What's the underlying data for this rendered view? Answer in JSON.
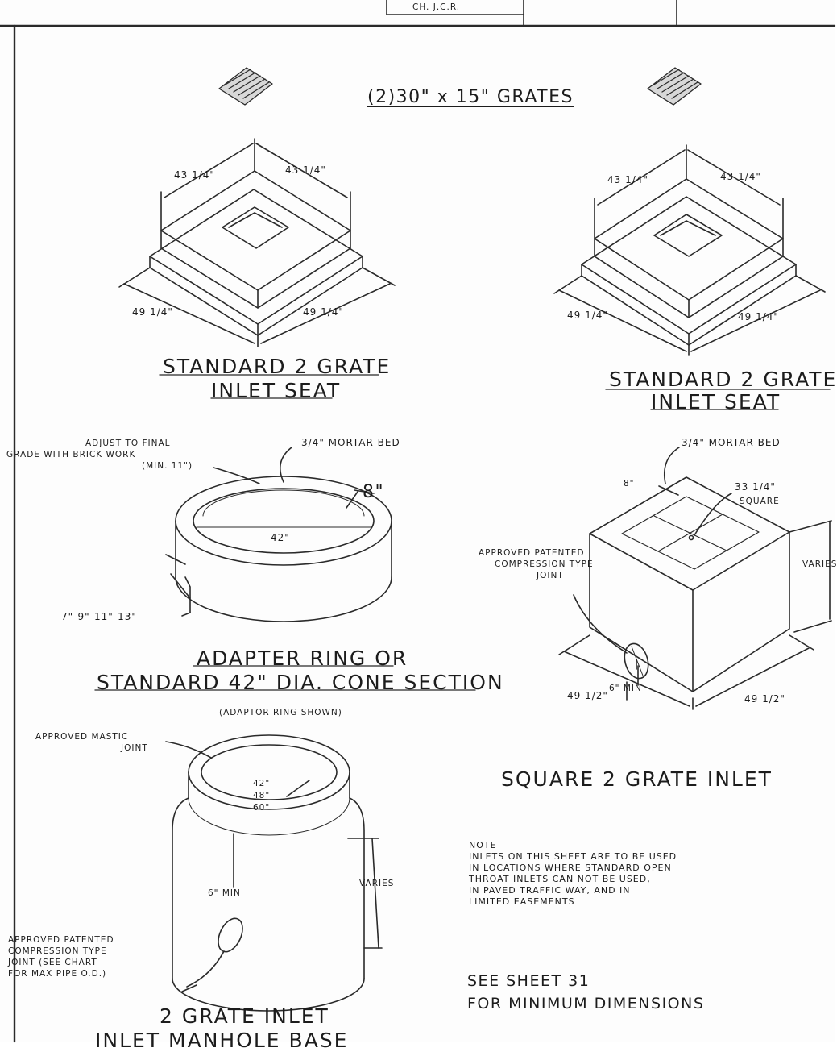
{
  "title_block": {
    "checked_by": "CH.  J.C.R."
  },
  "labels": {
    "grates": "(2)30\" x 15\" GRATES",
    "seat_left_title_1": "STANDARD 2 GRATE",
    "seat_left_title_2": "INLET SEAT",
    "seat_left_dim_top_a": "43 1/4\"",
    "seat_left_dim_top_b": "43 1/4\"",
    "seat_left_dim_bot_a": "49 1/4\"",
    "seat_left_dim_bot_b": "49 1/4\"",
    "seat_right_title_1": "STANDARD 2 GRATE",
    "seat_right_title_2": "INLET SEAT",
    "seat_right_dim_top_a": "43 1/4\"",
    "seat_right_dim_top_b": "43 1/4\"",
    "seat_right_dim_bot_a": "49 1/4\"",
    "seat_right_dim_bot_b": "49 1/4\"",
    "ring_adjust_1": "ADJUST TO FINAL",
    "ring_adjust_2": "GRADE WITH BRICK WORK",
    "ring_adjust_3": "(MIN. 11\")",
    "ring_mortar": "3/4\" MORTAR BED",
    "ring_width": "8\"",
    "ring_dia": "42\"",
    "ring_heights": "7\"-9\"-11\"-13\"",
    "ring_title_1": "ADAPTER RING OR",
    "ring_title_2": "STANDARD 42\" DIA. CONE SECTION",
    "ring_subtitle": "(ADAPTOR RING SHOWN)",
    "sq_mortar": "3/4\" MORTAR BED",
    "sq_wall": "8\"",
    "sq_open_1": "33 1/4\"",
    "sq_open_2": "SQUARE",
    "sq_joint_1": "APPROVED PATENTED",
    "sq_joint_2": "COMPRESSION TYPE",
    "sq_joint_3": "JOINT",
    "sq_varies": "VARIES",
    "sq_min": "6\" MIN",
    "sq_dim_a": "49 1/2\"",
    "sq_dim_b": "49 1/2\"",
    "sq_title": "SQUARE 2 GRATE INLET",
    "cyl_mastic_1": "APPROVED MASTIC",
    "cyl_mastic_2": "JOINT",
    "cyl_d1": "42\"",
    "cyl_d2": "48\"",
    "cyl_d3": "60\"",
    "cyl_min": "6\" MIN",
    "cyl_varies": "VARIES",
    "cyl_joint_1": "APPROVED PATENTED",
    "cyl_joint_2": "COMPRESSION TYPE",
    "cyl_joint_3": "JOINT (SEE CHART",
    "cyl_joint_4": "FOR MAX PIPE O.D.)",
    "cyl_title_1": "2 GRATE INLET",
    "cyl_title_2": "INLET MANHOLE BASE",
    "note_head": "NOTE",
    "note_1": "INLETS ON THIS SHEET ARE TO BE USED",
    "note_2": "IN LOCATIONS WHERE STANDARD OPEN",
    "note_3": "THROAT INLETS CAN NOT BE USED,",
    "note_4": "IN PAVED TRAFFIC WAY, AND IN",
    "note_5": "LIMITED EASEMENTS",
    "see_1": "SEE SHEET 31",
    "see_2": "FOR MINIMUM DIMENSIONS"
  }
}
